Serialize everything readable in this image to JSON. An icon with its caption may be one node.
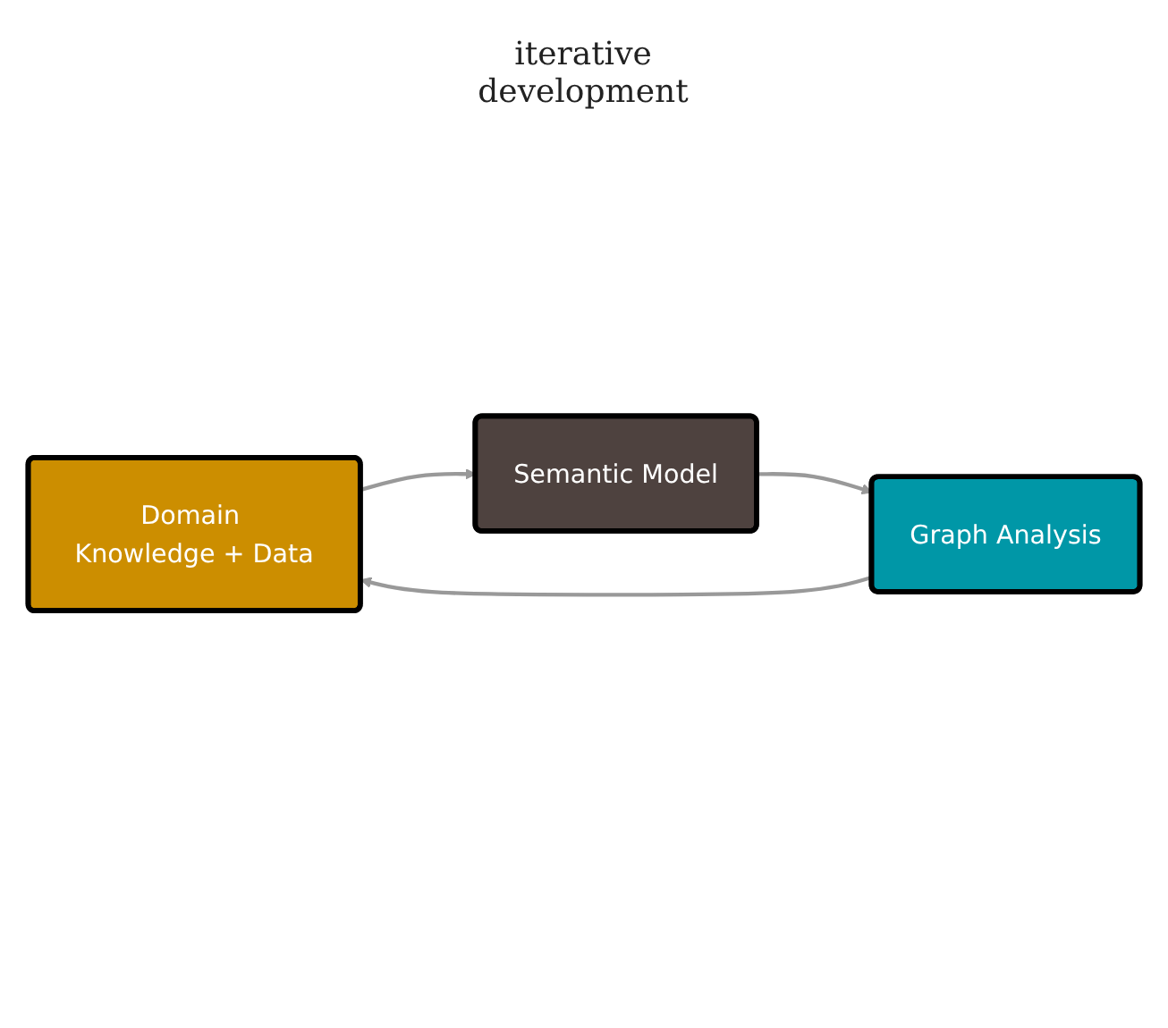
{
  "diagram": {
    "nodes": [
      {
        "text": [
          "Domain Knowledge + Data"
        ]
      },
      {
        "text": [
          "Semantic Model"
        ]
      },
      {
        "text": [
          "Graph Analysis"
        ]
      }
    ],
    "edges": [
      {
        "from": 0,
        "to": 1,
        "arrow": "to"
      },
      {
        "from": 1,
        "to": 2,
        "arrow": "to"
      },
      {
        "from": 2,
        "to": 0,
        "arrow": "to"
      }
    ],
    "labels": [
      "iterative development"
    ]
  }
}
